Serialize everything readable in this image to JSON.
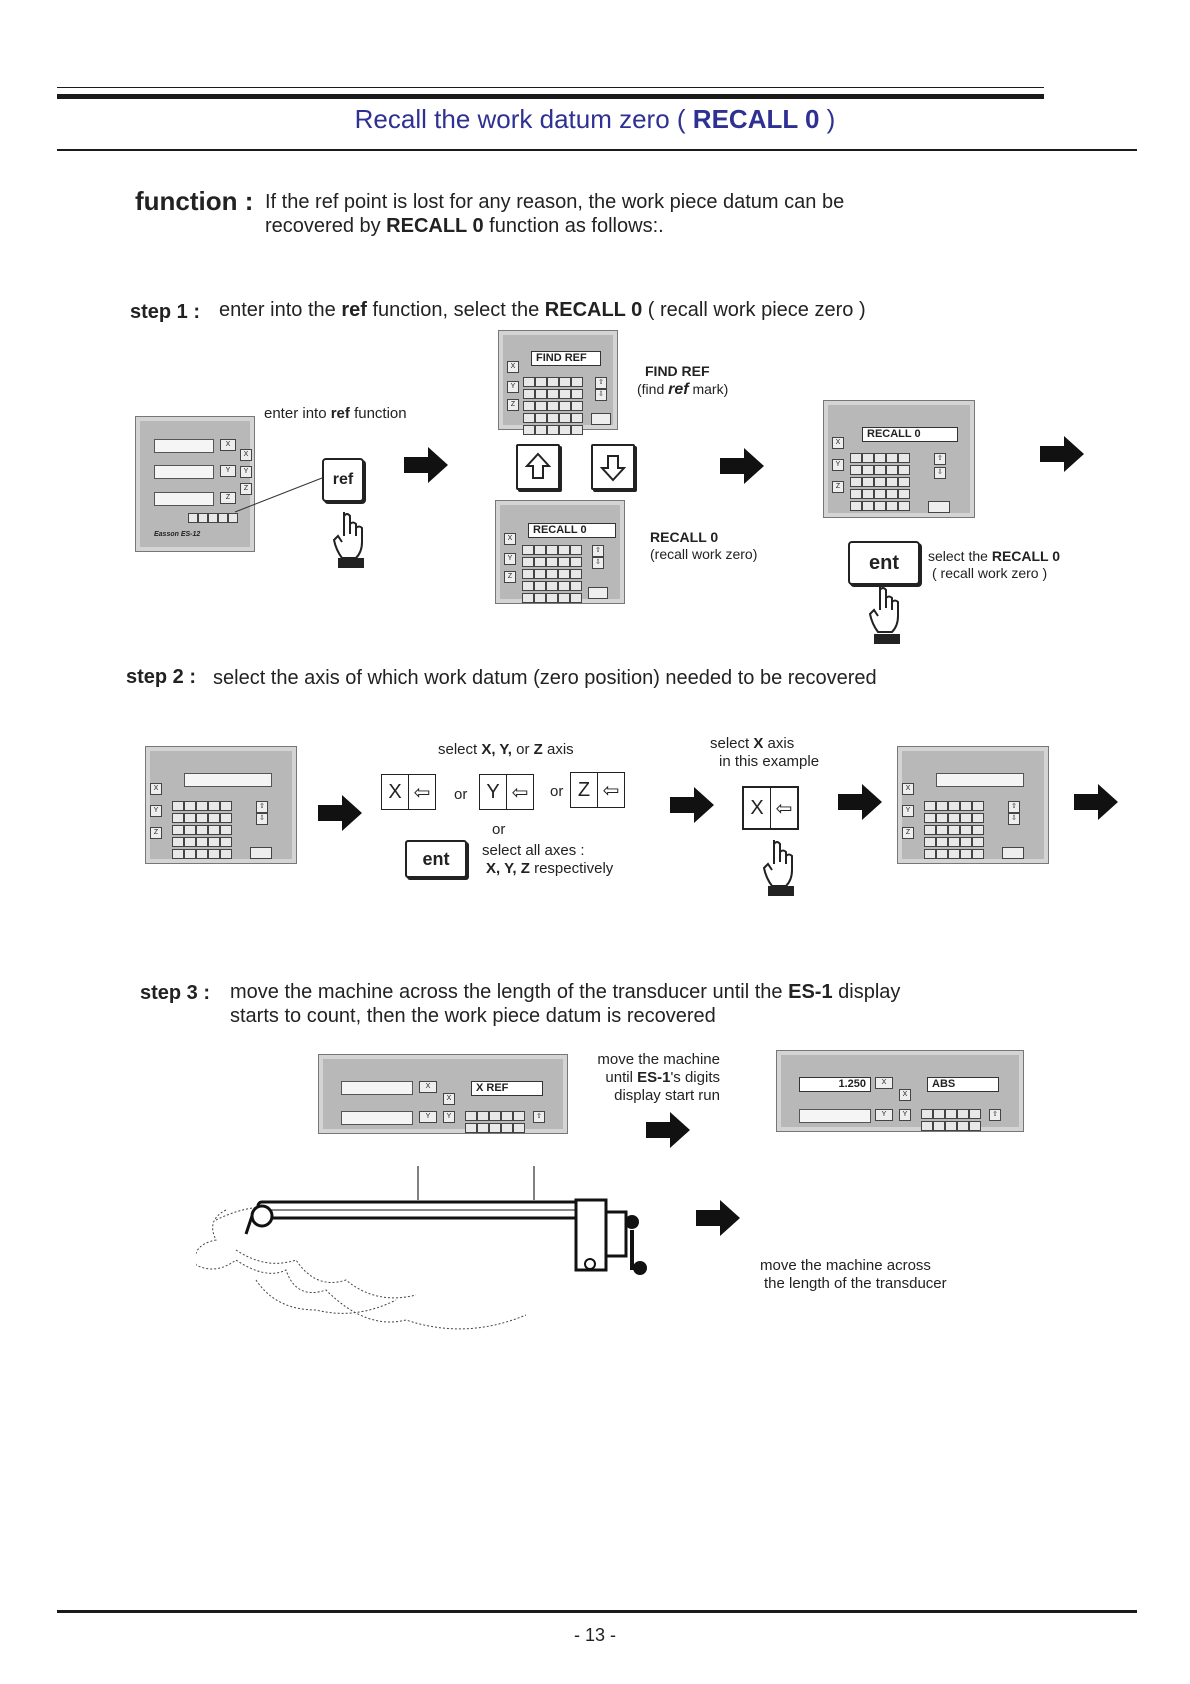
{
  "header": {
    "title_prefix": "Recall the work datum zero ( ",
    "title_bold": "RECALL 0",
    "title_suffix": " )"
  },
  "function": {
    "label": "function :",
    "text1": "If the ref point is lost for any reason, the work piece datum can be",
    "text2_a": "recovered  by ",
    "text2_b": "RECALL 0",
    "text2_c": " function as follows:."
  },
  "step1": {
    "label": "step 1 :",
    "text_a": "enter into the ",
    "text_b": "ref",
    "text_c": " function, select the ",
    "text_d": "RECALL 0",
    "text_e": " ( recall work piece zero )",
    "enter_a": "enter into ",
    "enter_b": "ref",
    "enter_c": " function",
    "ref_key": "ref",
    "brand": "Easson  ES-12",
    "find_ref_screen": "FIND REF",
    "find_ref_title": "FIND REF",
    "find_ref_a": "(find ",
    "find_ref_b": "ref",
    "find_ref_c": " mark)",
    "recall_screen": "RECALL  0",
    "recall_title": "RECALL 0",
    "recall_sub": "(recall work zero)",
    "ent_key": "ent",
    "select_a": "select the ",
    "select_b": "RECALL 0",
    "select_c": "( recall work zero )"
  },
  "step2": {
    "label": "step 2 :",
    "text": "select the axis of which work datum (zero position) needed to be recovered",
    "sel_a": "select ",
    "sel_b": "X, Y,",
    "sel_c": " or ",
    "sel_d": "Z",
    "sel_e": " axis",
    "x": "X",
    "y": "Y",
    "z": "Z",
    "or": "or",
    "ent_key": "ent",
    "all_a": "select all axes :",
    "all_b": "X, Y, Z",
    "all_c": " respectively",
    "ex_a": "select ",
    "ex_b": "X",
    "ex_c": " axis",
    "ex_d": "in this example"
  },
  "step3": {
    "label": "step 3 :",
    "text1_a": "move the machine across the length of the transducer until the ",
    "text1_b": "ES-1",
    "text1_c": " display",
    "text2": "starts to count, then the work piece datum is recovered",
    "xref_screen": "X REF",
    "move_1": "move the machine",
    "move_2a": "until ",
    "move_2b": "ES-1",
    "move_2c": "'s digits",
    "move_3": "display start run",
    "value": "1.250",
    "abs_screen": "ABS",
    "machine_1": "move the machine across",
    "machine_2": "the length of the transducer"
  },
  "footer": {
    "page": "- 13 -"
  }
}
